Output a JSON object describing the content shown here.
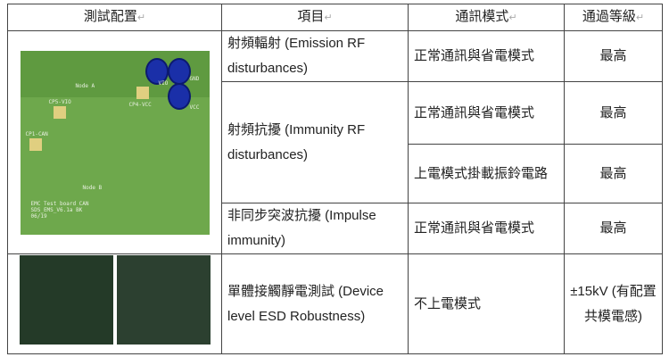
{
  "header": [
    "測試配置",
    "項目",
    "通訊模式",
    "通過等級"
  ],
  "rows": [
    {
      "item": "射頻輻射 (Emission RF disturbances)",
      "mode": "正常通訊與省電模式",
      "level": "最高"
    },
    {
      "item": "射頻抗擾 (Immunity RF disturbances)",
      "mode": "正常通訊與省電模式",
      "level": "最高",
      "mode2": "上電模式掛載振鈴電路",
      "level2": "最高"
    },
    {
      "item": "非同步突波抗擾 (Impulse immunity)",
      "mode": "正常通訊與省電模式",
      "level": "最高"
    },
    {
      "item": "單體接觸靜電測試 (Device level ESD Robustness)",
      "mode": "不上電模式",
      "level": "±15kV (有配置共模電感)"
    }
  ],
  "pcb_labels": {
    "node_a": "Node A",
    "node_b": "Node B",
    "cp5": "CP5-VIO",
    "cp1": "CP1-CAN",
    "cp4": "CP4-VCC",
    "vio": "VIO",
    "gnd": "GND",
    "vcc": "VCC",
    "board": "EMC Test board CAN SDS_EMS_V6.1a BK 06/19"
  },
  "mark": "↵"
}
